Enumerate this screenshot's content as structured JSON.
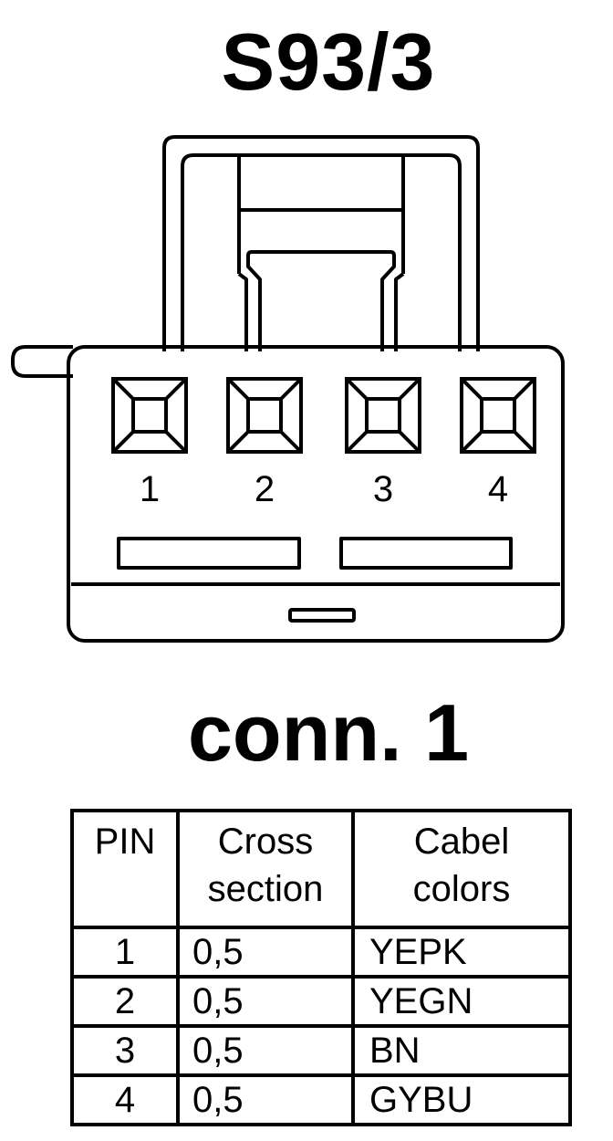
{
  "diagram": {
    "title": "S93/3",
    "subtitle": "conn. 1",
    "pin_labels": [
      "1",
      "2",
      "3",
      "4"
    ]
  },
  "table": {
    "headers": [
      {
        "line1": "PIN",
        "line2": ""
      },
      {
        "line1": "Cross",
        "line2": "section"
      },
      {
        "line1": "Cabel",
        "line2": "colors"
      }
    ],
    "rows": [
      {
        "pin": "1",
        "cross_section": "0,5",
        "color": "YEPK"
      },
      {
        "pin": "2",
        "cross_section": "0,5",
        "color": "YEGN"
      },
      {
        "pin": "3",
        "cross_section": "0,5",
        "color": "BN"
      },
      {
        "pin": "4",
        "cross_section": "0,5",
        "color": "GYBU"
      }
    ]
  }
}
